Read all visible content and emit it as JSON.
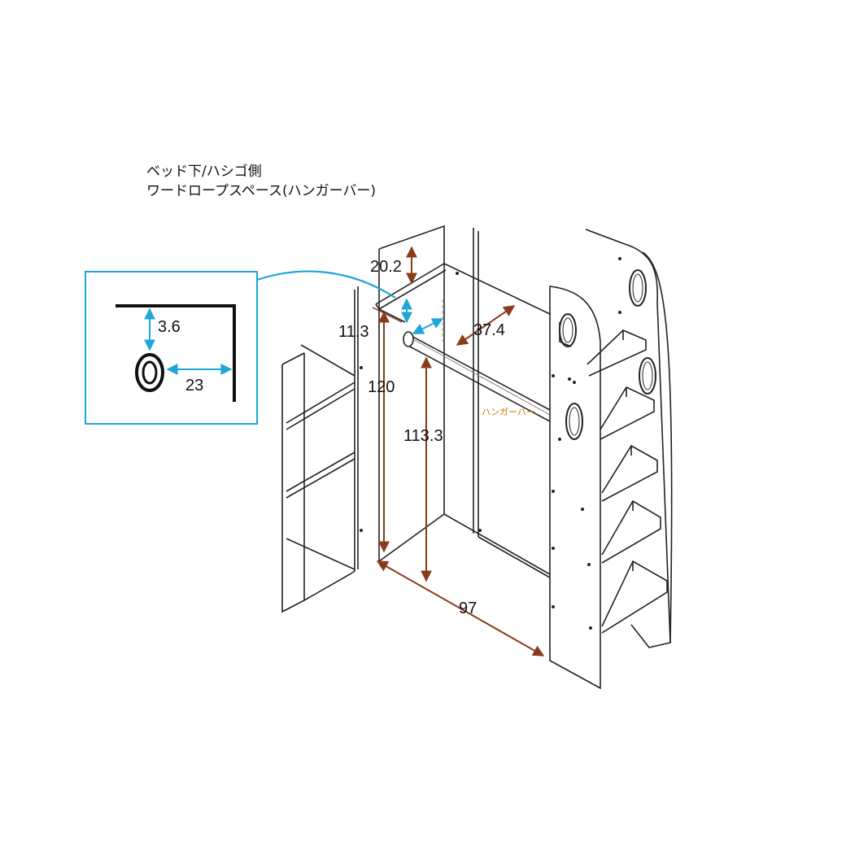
{
  "titles": {
    "line1": "ベッド下/ハシゴ側",
    "line2": "ワードロープスペース(ハンガーバー)"
  },
  "dimensions": {
    "top_height": "20.2",
    "front_depth": "11.3",
    "bar_depth": "37.4",
    "full_height": "120",
    "bar_height": "113.3",
    "width": "97"
  },
  "detail": {
    "vertical": "3.6",
    "horizontal": "23"
  },
  "labels": {
    "hanger_bar": "ハンガーバー"
  },
  "colors": {
    "dimension_arrow": "#8b3a1a",
    "detail_arrow": "#1ea6d8",
    "detail_border": "#1ea6d8",
    "hanger_label": "#c8740a"
  }
}
